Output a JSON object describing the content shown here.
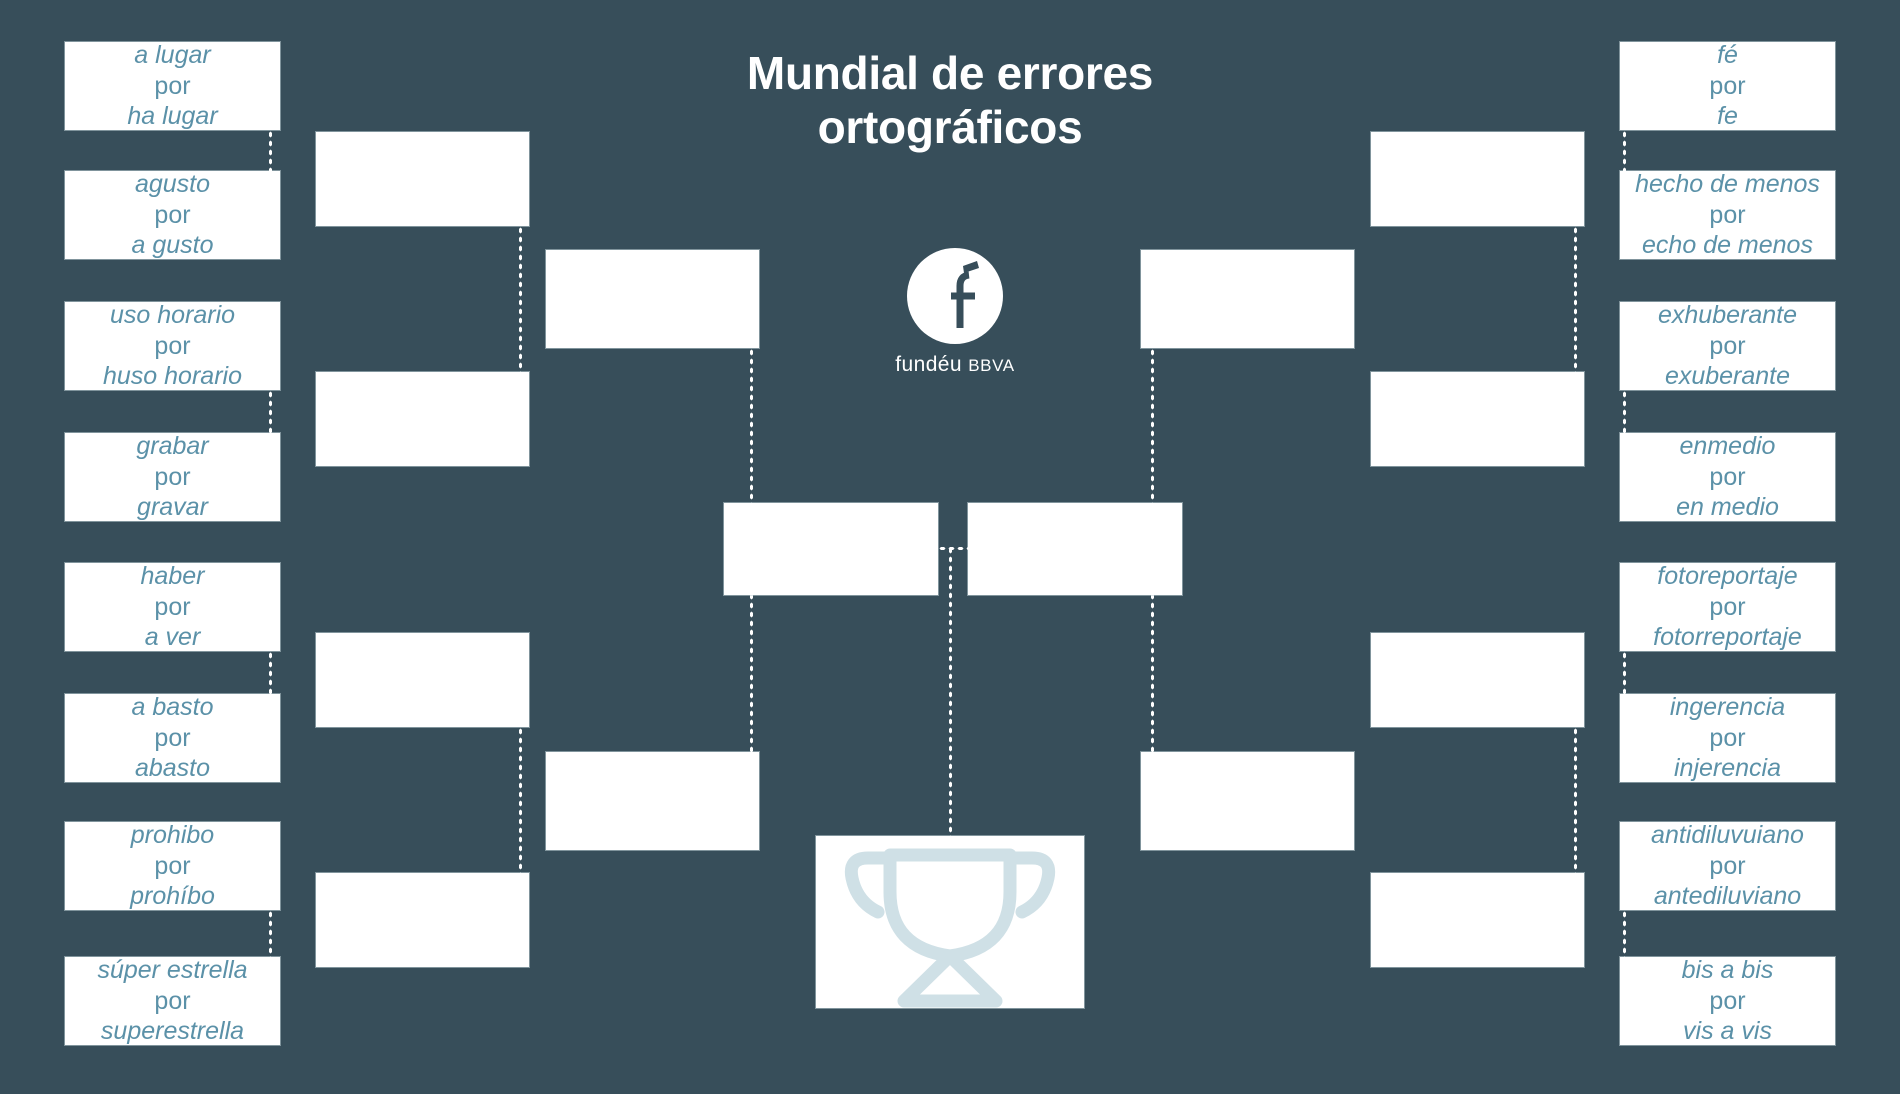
{
  "page": {
    "title_line1": "Mundial de errores",
    "title_line2": "ortográficos",
    "background_color": "#374e5a",
    "box_color": "#ffffff",
    "entry_text_color": "#5b91a8",
    "title_color": "#ffffff",
    "trophy_color": "#cfe0e6"
  },
  "logo": {
    "name": "fundeu-bbva-logo",
    "mark": "f-with-acute-accent",
    "wordmark": "fundéu",
    "wordmark_suffix": "BBVA"
  },
  "connector": "por",
  "bracket": {
    "left_round1": [
      {
        "wrong": "a lugar",
        "por": "por",
        "right": "ha lugar"
      },
      {
        "wrong": "agusto",
        "por": "por",
        "right": "a gusto"
      },
      {
        "wrong": "uso horario",
        "por": "por",
        "right": "huso horario"
      },
      {
        "wrong": "grabar",
        "por": "por",
        "right": "gravar"
      },
      {
        "wrong": "haber",
        "por": "por",
        "right": "a ver"
      },
      {
        "wrong": "a basto",
        "por": "por",
        "right": "abasto"
      },
      {
        "wrong": "prohibo",
        "por": "por",
        "right": "prohíbo"
      },
      {
        "wrong": "súper estrella",
        "por": "por",
        "right": "superestrella"
      }
    ],
    "right_round1": [
      {
        "wrong": "fé",
        "por": "por",
        "right": "fe"
      },
      {
        "wrong": "hecho de menos",
        "por": "por",
        "right": "echo de menos"
      },
      {
        "wrong": "exhuberante",
        "por": "por",
        "right": "exuberante"
      },
      {
        "wrong": "enmedio",
        "por": "por",
        "right": "en medio"
      },
      {
        "wrong": "fotoreportaje",
        "por": "por",
        "right": "fotorreportaje"
      },
      {
        "wrong": "ingerencia",
        "por": "por",
        "right": "injerencia"
      },
      {
        "wrong": "antidiluvuiano",
        "por": "por",
        "right": "antediluviano"
      },
      {
        "wrong": "bis a bis",
        "por": "por",
        "right": "vis a vis"
      }
    ],
    "left_round2": [
      "",
      "",
      "",
      ""
    ],
    "right_round2": [
      "",
      "",
      "",
      ""
    ],
    "left_round3": [
      "",
      ""
    ],
    "right_round3": [
      "",
      ""
    ],
    "final": [
      "",
      ""
    ],
    "champion": ""
  },
  "chart_data": {
    "type": "table",
    "title": "Mundial de errores ortográficos",
    "note": "Single-elimination bracket, 16 entries, all later rounds blank"
  }
}
